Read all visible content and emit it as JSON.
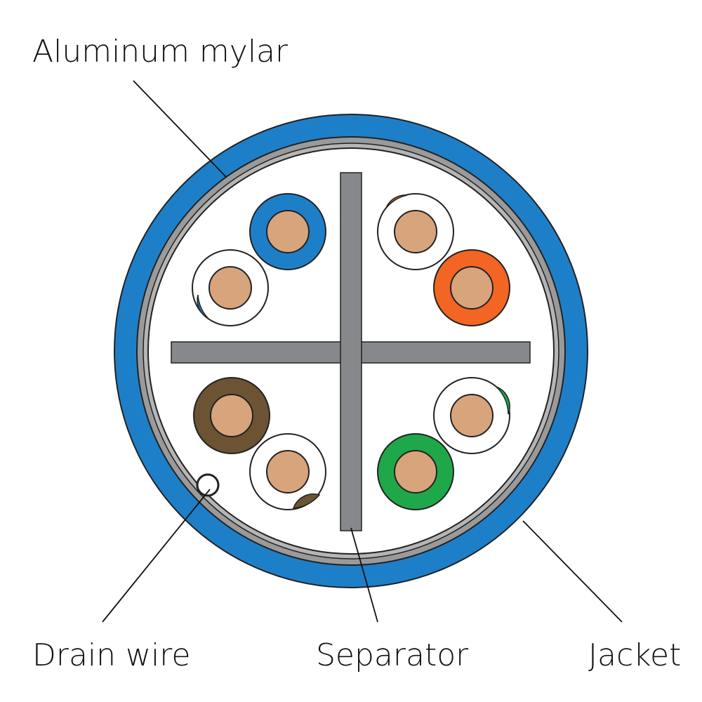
{
  "labels": {
    "aluminum_mylar": "Aluminum mylar",
    "drain_wire": "Drain wire",
    "separator": "Separator",
    "jacket": "Jacket"
  },
  "colors": {
    "jacket": "#1e7fc9",
    "mylar": "#9a9a9a",
    "separator": "#86888b",
    "copper": "#d7a47c",
    "blue": "#1e7fc9",
    "orange": "#f26522",
    "brown": "#6b5334",
    "green": "#1fa84a",
    "white": "#ffffff",
    "outline": "#222222"
  },
  "wire_pairs": [
    {
      "name": "blue",
      "solid": "blue",
      "striped": "white-blue"
    },
    {
      "name": "orange",
      "solid": "orange",
      "striped": "white-orange"
    },
    {
      "name": "brown",
      "solid": "brown",
      "striped": "white-brown"
    },
    {
      "name": "green",
      "solid": "green",
      "striped": "white-green"
    }
  ]
}
